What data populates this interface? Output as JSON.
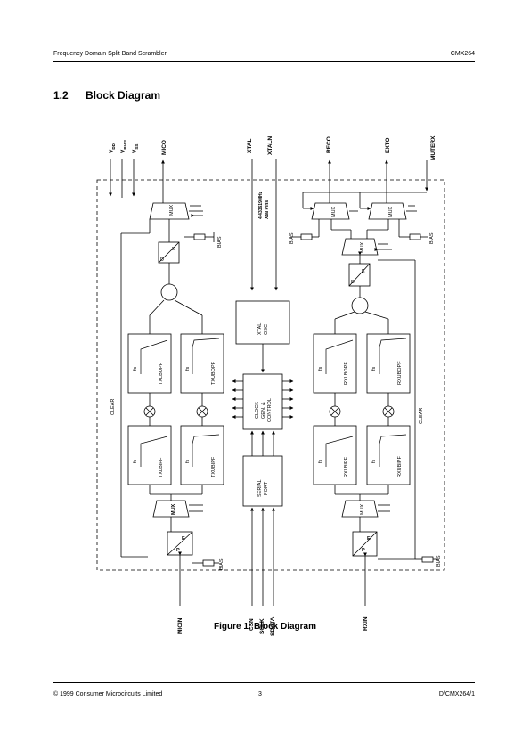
{
  "header": {
    "left": "Frequency Domain Split Band Scrambler",
    "right": "CMX264"
  },
  "section": {
    "number": "1.2",
    "title": "Block Diagram"
  },
  "diagram": {
    "pins_top": {
      "vdd": "V",
      "vdd_sub": "DD",
      "vbias": "V",
      "vbias_sub": "BIAS",
      "vss": "V",
      "vss_sub": "SS",
      "mico": "MICO",
      "xtal": "XTAL",
      "xtaln": "XTALN",
      "reco": "RECO",
      "exto": "EXTO",
      "muterx": "MUTERX"
    },
    "pins_bottom": {
      "micin": "MICIN",
      "csn": "CSN",
      "sclk": "SCLK",
      "sdata": "SDATA",
      "rxin": "RXIN"
    },
    "xtal_note": [
      "4.433619MHz",
      "Xtal Pins"
    ],
    "blocks": {
      "mux": "MUX",
      "bias": "BIAS",
      "clear": "CLEAR",
      "xtal_osc": [
        "XTAL",
        "OSC"
      ],
      "clock_gen": [
        "CLOCK",
        "GEN. &",
        "CONTROL"
      ],
      "serial_port": [
        "SERIAL",
        "PORT"
      ],
      "txlbopf": "TXLBOPF",
      "txubopf": "TXUBOPF",
      "txlbipf": "TXLBIPF",
      "txubipf": "TXUBIPF",
      "rxlbopf": "RXLBOPF",
      "rxubopf": "RXUBOPF",
      "rxlbipf": "RXLBIPF",
      "rxubipf": "RXUBIPF",
      "fs": "fs",
      "dac_d": "D",
      "dac_e": "E",
      "adc_p": "P",
      "adc_e": "E"
    }
  },
  "caption": "Figure 1:  Block Diagram",
  "footer": {
    "left": "© 1999 Consumer Microcircuits Limited",
    "center": "3",
    "right": "D/CMX264/1"
  }
}
